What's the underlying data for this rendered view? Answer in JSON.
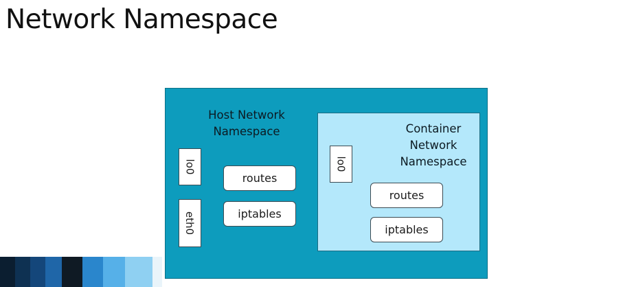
{
  "slide": {
    "title": "Network Namespace"
  },
  "diagram": {
    "host": {
      "label": "Host Network\nNamespace",
      "interfaces": [
        "lo0",
        "eth0"
      ],
      "routes_label": "routes",
      "iptables_label": "iptables",
      "color": "#0d9cbd"
    },
    "container": {
      "label": "Container\nNetwork\nNamespace",
      "interfaces": [
        "lo0"
      ],
      "routes_label": "routes",
      "iptables_label": "iptables",
      "color": "#b4e8fb"
    }
  },
  "colors": {
    "background": "#ffffff",
    "host_box": "#0d9cbd",
    "container_box": "#b4e8fb",
    "component_fill": "#ffffff"
  }
}
